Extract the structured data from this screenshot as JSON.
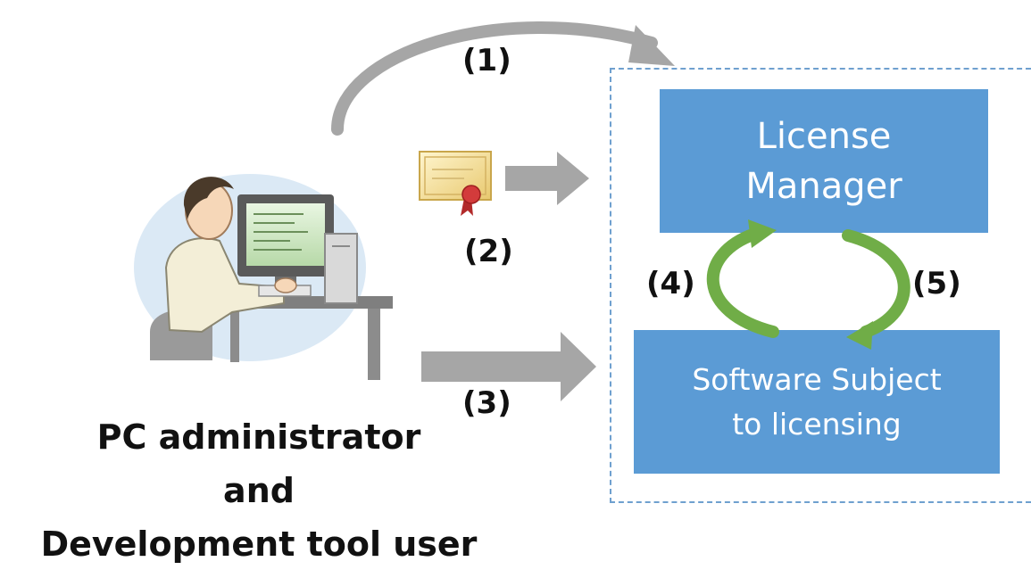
{
  "steps": {
    "s1": "(1)",
    "s2": "(2)",
    "s3": "(3)",
    "s4": "(4)",
    "s5": "(5)"
  },
  "actor": {
    "caption_line1": "PC administrator",
    "caption_line2": "and",
    "caption_line3": "Development tool user"
  },
  "license_manager": {
    "line1": "License",
    "line2": "Manager"
  },
  "software": {
    "line1": "Software Subject",
    "line2": "to licensing"
  },
  "colors": {
    "box_fill": "#5b9bd5",
    "gray_arrow": "#a6a6a6",
    "green_arrow": "#70ad47",
    "frame": "#6fa0cf"
  }
}
